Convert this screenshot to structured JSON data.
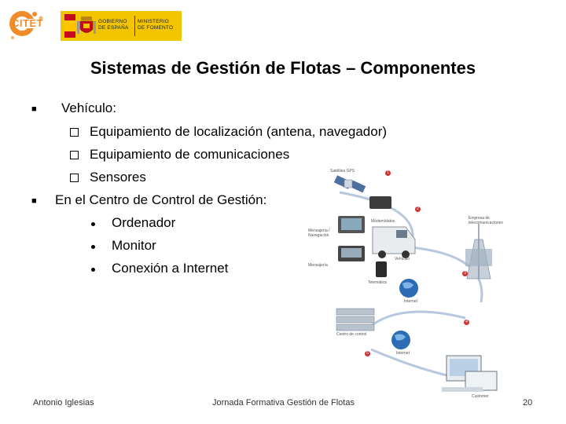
{
  "header": {
    "logo_text": "CITET",
    "gov_left": [
      "GOBIERNO",
      "DE ESPAÑA"
    ],
    "gov_right": [
      "MINISTERIO",
      "DE FOMENTO"
    ]
  },
  "title": "Sistemas de Gestión de Flotas – Componentes",
  "bullets": {
    "vehiculo": "Vehículo:",
    "vehiculo_items": [
      "Equipamiento de localización (antena, navegador)",
      "Equipamiento de comunicaciones",
      "Sensores"
    ],
    "centro": "En el Centro de Control de Gestión:",
    "centro_items": [
      "Ordenador",
      "Monitor",
      "Conexión a Internet"
    ]
  },
  "diagram": {
    "labels": {
      "gps": "Satélites GPS",
      "mensajeria_nav": "Mensajería / Navegación",
      "mensajeria": "Mensajería",
      "modem": "Módem/datos",
      "vehiculo": "Vehículo",
      "telematica": "Telemática",
      "empresa": "Empresa de telecomunicaciones",
      "internet1": "Internet",
      "centro": "Centro de control",
      "internet2": "Internet",
      "customer": "Customer"
    },
    "steps": [
      "1",
      "2",
      "3",
      "4",
      "5"
    ]
  },
  "footer": {
    "author": "Antonio Iglesias",
    "event": "Jornada Formativa Gestión de Flotas",
    "page": "20"
  },
  "colors": {
    "citet_orange": "#f08c2a",
    "gov_yellow": "#f2c500",
    "step_red": "#cc3333"
  }
}
